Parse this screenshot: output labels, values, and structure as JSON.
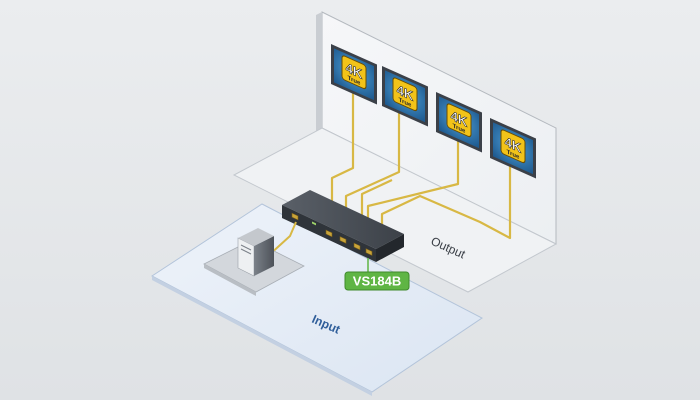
{
  "diagram": {
    "screen_badge": {
      "big": "4K",
      "small": "True"
    },
    "output_label": "Output",
    "input_label": "Input",
    "model_label": "VS184B"
  },
  "colors": {
    "background": "#e6e8ea",
    "wall": "#f4f6f8",
    "wall_edge": "#b4b9bf",
    "floor_output": "#f1f3f5",
    "floor_input": "#e3ebf6",
    "floor_input_edge": "#b3c4da",
    "cable": "#d8b844",
    "screen_bg": "#2c6fa6",
    "badge_yellow": "#f2c319",
    "model_green": "#5fb544",
    "label_blue": "#2f5e9a"
  }
}
